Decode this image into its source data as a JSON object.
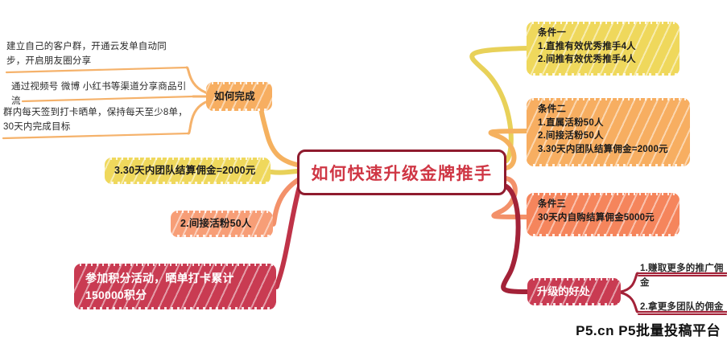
{
  "root": {
    "label": "如何快速升级金牌推手"
  },
  "branches": {
    "how_to_complete": {
      "label": "如何完成",
      "items": [
        "建立自己的客户群，开通云发单自动同步，开启朋友圈分享",
        "通过视频号 微博 小红书等渠道分享商品引流",
        "群内每天签到打卡晒单，保持每天至少8单，30天内完成目标"
      ]
    },
    "team_commission": {
      "label": "3.30天内团队结算佣金=2000元"
    },
    "indirect_fans": {
      "label": "2.间接活粉50人"
    },
    "points_activity": {
      "label": "参加积分活动，晒单打卡累计150000积分"
    },
    "condition_one": {
      "title": "条件一",
      "items": [
        "1.直推有效优秀推手4人",
        "2.间推有效优秀推手4人"
      ]
    },
    "condition_two": {
      "title": "条件二",
      "items": [
        "1.直属活粉50人",
        "2.间接活粉50人",
        "3.30天内团队结算佣金=2000元"
      ]
    },
    "condition_three": {
      "title": "条件三",
      "items": [
        "30天内自购结算佣金5000元"
      ]
    },
    "upgrade_benefits": {
      "label": "升级的好处",
      "items": [
        "1.赚取更多的推广佣金",
        "2.拿更多团队的佣金"
      ]
    }
  },
  "watermark": {
    "text": "P5.cn P5批量投稿平台"
  },
  "colors": {
    "yellow": "#efd85c",
    "orange": "#f7ae61",
    "salmon": "#f5855c",
    "peach": "#f79e77",
    "crimson": "#c93b52",
    "root_border": "#8f1b2e",
    "root_text": "#cf3644"
  }
}
